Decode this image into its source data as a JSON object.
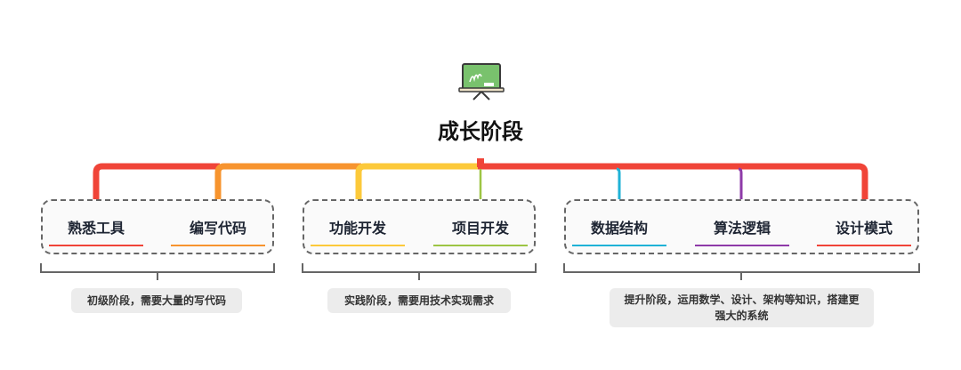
{
  "title": "成长阶段",
  "icon": "chalkboard-icon",
  "groups": [
    {
      "nodes": [
        {
          "label": "熟悉工具",
          "color": "#f04438"
        },
        {
          "label": "编写代码",
          "color": "#f7942e"
        }
      ],
      "note": "初级阶段，需要大量的写代码"
    },
    {
      "nodes": [
        {
          "label": "功能开发",
          "color": "#fcc93a"
        },
        {
          "label": "项目开发",
          "color": "#9dc544"
        }
      ],
      "note": "实践阶段，需要用技术实现需求"
    },
    {
      "nodes": [
        {
          "label": "数据结构",
          "color": "#1fb2d6"
        },
        {
          "label": "算法逻辑",
          "color": "#8e3aa8"
        },
        {
          "label": "设计模式",
          "color": "#f04438"
        }
      ],
      "note": "提升阶段，运用数学、设计、架构等知识，搭建更强大的系统"
    }
  ]
}
